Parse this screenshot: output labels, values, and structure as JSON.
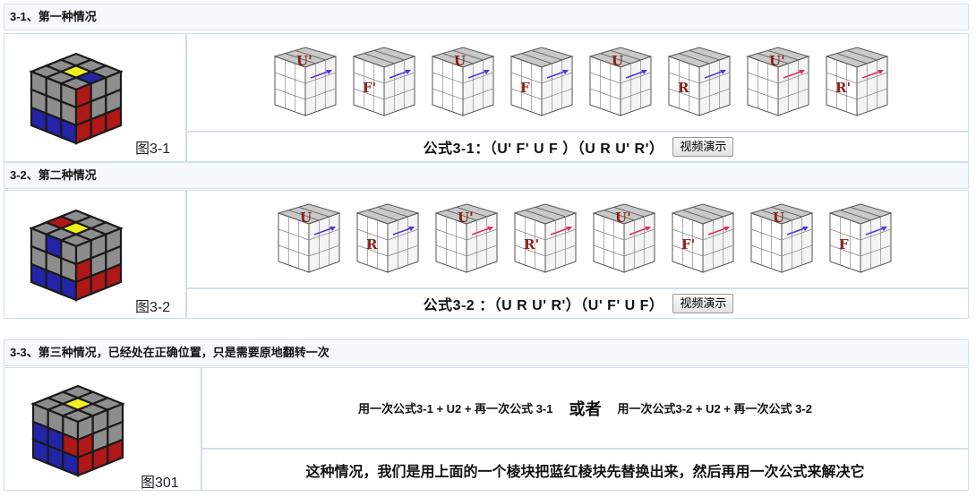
{
  "sections": [
    {
      "title": "3-1、第一种情况",
      "caption": "图3-1",
      "formula": "公式3-1：（U' F' U F ）（U R U' R'）",
      "button": "视频演示",
      "moves": [
        {
          "label": "U'",
          "arrow": "purple"
        },
        {
          "label": "F'",
          "arrow": "purple"
        },
        {
          "label": "U",
          "arrow": "purple"
        },
        {
          "label": "F",
          "arrow": "purple"
        },
        {
          "label": "U",
          "arrow": "purple"
        },
        {
          "label": "R",
          "arrow": "purple"
        },
        {
          "label": "U'",
          "arrow": "red"
        },
        {
          "label": "R'",
          "arrow": "red"
        }
      ]
    },
    {
      "title": "3-2、第二种情况",
      "caption": "图3-2",
      "formula": "公式3-2 ：（U R U' R'）（U' F' U F）",
      "button": "视频演示",
      "moves": [
        {
          "label": "U",
          "arrow": "purple"
        },
        {
          "label": "R",
          "arrow": "purple"
        },
        {
          "label": "U'",
          "arrow": "red"
        },
        {
          "label": "R'",
          "arrow": "red"
        },
        {
          "label": "U'",
          "arrow": "red"
        },
        {
          "label": "F'",
          "arrow": "red"
        },
        {
          "label": "U",
          "arrow": "purple"
        },
        {
          "label": "F",
          "arrow": "purple"
        }
      ]
    },
    {
      "title": "3-3、第三种情况，已经处在正确位置，只是需要原地翻转一次",
      "caption": "图301",
      "line1_a": "用一次公式3-1 + U2 + 再一次公式 3-1",
      "line1_or": "或者",
      "line1_b": "用一次公式3-2 + U2 + 再一次公式 3-2",
      "line2": "这种情况，我们是用上面的一个棱块把蓝红棱块先替换出来，然后再用一次公式来解决它"
    }
  ],
  "colors": {
    "cube_gray": "#8d8d8d",
    "cube_yellow": "#f2ee1a",
    "cube_red": "#b01818",
    "cube_blue": "#2424a8",
    "arrow_red": "#e0305a",
    "arrow_purple": "#5a34d8",
    "move_label": "#8a1f16"
  }
}
